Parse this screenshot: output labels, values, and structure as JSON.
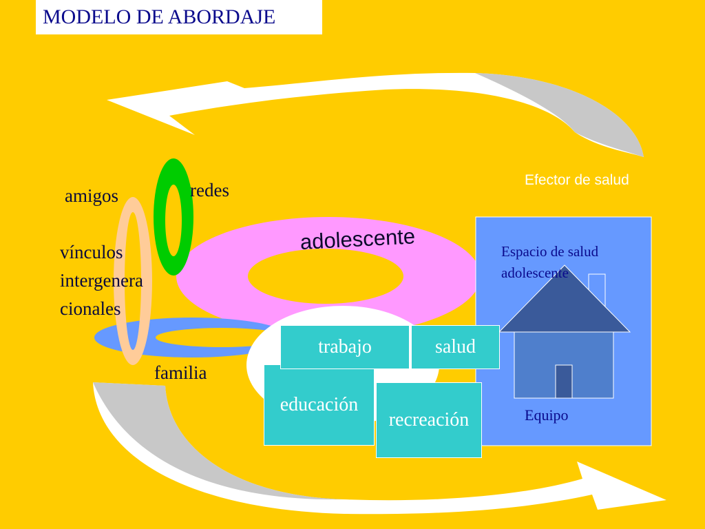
{
  "title": "MODELO DE ABORDAJE",
  "labels": {
    "amigos": "amigos",
    "redes": "redes",
    "vinculos_line1": "vínculos",
    "vinculos_line2": "intergenera",
    "vinculos_line3": "cionales",
    "familia": "familia",
    "adolescente": "adolescente",
    "efector": "Efector de salud",
    "espacio_line1": "Espacio de salud",
    "espacio_line2": "adolescente",
    "equipo": "Equipo"
  },
  "boxes": {
    "trabajo": "trabajo",
    "salud": "salud",
    "educacion": "educación",
    "recreacion": "recreación"
  },
  "colors": {
    "background": "#FFCC00",
    "arrow_fill": "#FFFFFF",
    "arrow_shade": "#C8C8C8",
    "pink_ring": "#FF99FF",
    "blue_ring": "#6699FF",
    "peach_ring": "#FFCC99",
    "green_ring": "#00CC00",
    "white_blob": "#FFFFFF",
    "teal_box": "#33CCCC",
    "health_panel": "#6699FF",
    "house_roof": "#3A5A9A",
    "house_body": "#4F7FCC",
    "title_text": "#0A0A8C"
  }
}
